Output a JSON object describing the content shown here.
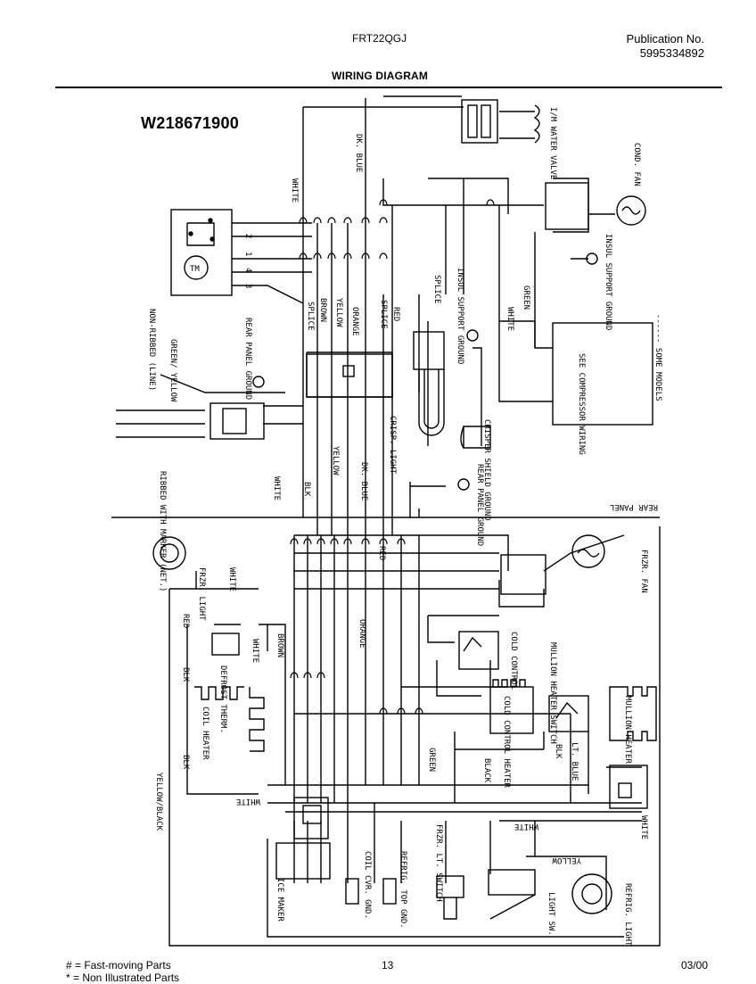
{
  "header": {
    "model": "FRT22QGJ",
    "publication_label": "Publication No.",
    "publication_number": "5995334892",
    "title": "WIRING DIAGRAM"
  },
  "diagram": {
    "part_number": "W218671900",
    "labels": {
      "water_valve": "I/M WATER VALVE",
      "cond_fan": "COND. FAN",
      "insul_support_ground_1": "INSUL SUPPORT GROUND",
      "insul_support_ground_2": "INSUL SUPPORT GROUND",
      "white_top": "WHITE",
      "dk_blue_top": "DK. BLUE",
      "splice_1": "SPLICE",
      "splice_2": "SPLICE",
      "splice_3": "SPLICE",
      "brown": "BROWN",
      "yellow": "YELLOW",
      "orange": "ORANGE",
      "red": "RED",
      "green": "GREEN",
      "white_mid": "WHITE",
      "non_ribbed": "NON-RIBBED (LINE)",
      "green_yellow": "GREEN/ YELLOW",
      "rear_panel_ground_1": "REAR PANEL GROUND",
      "see_compressor_wiring": "SEE COMPRESSOR WIRING",
      "some_models": "------ SOME MODELS",
      "crisp_light": "CRISP. LIGHT",
      "crisper_shield_ground": "CRISPER SHIELD GROUND",
      "ribbed": "RIBBED WITH MARKER (NET.)",
      "white_left": "WHITE",
      "blk": "BLK",
      "yellow_2": "YELLOW",
      "dk_blue_2": "DK. BLUE",
      "rear_panel_ground_2": "REAR PANEL GROUND",
      "rear_panel": "REAR PANEL",
      "frzr_light": "FRZR. LIGHT",
      "white_light": "WHITE",
      "red_2": "RED",
      "frzr_fan": "FRZR. FAN",
      "red_3": "RED",
      "blk_2": "BLK",
      "defrost_therm": "DEFROST THERM.",
      "white_therm": "WHITE",
      "brown_2": "BROWN",
      "orange_2": "ORANGE",
      "cold_control": "COLD CONTROL",
      "mullion_heater_switch": "MULLION HEATER SWITCH",
      "coil_heater": "COIL HEATER",
      "cold_control_heater": "COLD CONTROL HEATER",
      "mullion_heater": "MULLION HEATER",
      "blk_3": "BLK",
      "green_2": "GREEN",
      "black": "BLACK",
      "blk_4": "BLK",
      "lt_blue": "LT. BLUE",
      "yellow_black": "YELLOW/BLACK",
      "white_bottom": "WHITE",
      "white_bottom_2": "WHITE",
      "white_right": "WHITE",
      "ice_maker": "ICE MAKER",
      "coil_cvr_gnd": "COIL CVR. GND.",
      "refrig_top_gnd": "REFRIG. TOP GND.",
      "frzr_lt_switch": "FRZR. LT. SWITCH",
      "yellow_bottom": "YELLOW",
      "light_sw": "LIGHT SW.",
      "refrig_light": "REFRIG. LIGHT",
      "tm": "TM",
      "t1": "1",
      "t2": "2",
      "t3": "3",
      "t4": "4"
    }
  },
  "footer": {
    "legend_line1": "# = Fast-moving Parts",
    "legend_line2": "* = Non Illustrated Parts",
    "page": "13",
    "date": "03/00"
  }
}
